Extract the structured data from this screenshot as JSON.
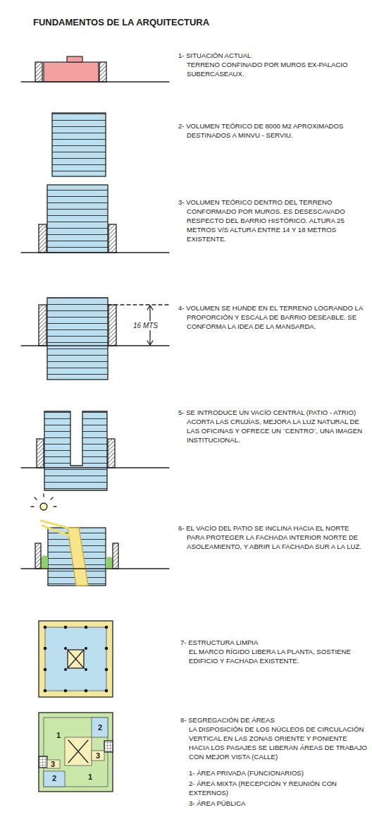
{
  "diagram": {
    "title": "FUNDAMENTOS DE LA ARQUITECTURA",
    "labels": [
      "1- SITUACIÓN ACTUAL",
      "TERRENO CONFINADO POR MUROS EX-PALACIO SUBERCASEAUX.",
      "2- VOLUMEN TEÓRICO DE 8000 M2 APROXIMADOS DESTINADOS A MINVU - SERVIU.",
      "3- VOLUMEN TEÓRICO DENTRO DEL TERRENO CONFORMADO POR MUROS. ES DESESCAVADO RESPECTO DEL BARRIO HISTÓRICO. ALTURA 25 METROS V/S ALTURA ENTRE 14 Y 18 METROS EXISTENTE.",
      "4- VOLUMEN SE HUNDE EN EL TERRENO LOGRANDO LA PROPORCIÓN Y ESCALA DE BARRIO DESEABLE. SE CONFORMA LA IDEA DE LA MANSARDA.",
      "16 MTS",
      "5- SE INTRODUCE UN VACÍO CENTRAL (PATIO - ATRIO) ACORTA LAS CRUJÍAS, MEJORA LA LUZ NATURAL DE LAS OFICINAS Y OFRECE UN ¨CENTRO¨, UNA IMAGEN INSTITUCIONAL.",
      "6- EL VACÍO DEL PATIO SE INCLINA HACIA EL NORTE PARA PROTEGER LA FACHADA INTERIOR NORTE DE ASOLEAMIENTO, Y ABRIR LA FACHADA SUR A LA LUZ.",
      "7- ESTRUCTURA LIMPIA",
      "EL MARCO RÍGIDO LIBERA LA PLANTA, SOSTIENE EDIFICIO Y FACHADA EXISTENTE.",
      "8- SEGREGACIÓN DE ÁREAS",
      "LA DISPOSICIÓN DE LOS NÚCLEOS DE CIRCULACIÓN VERTICAL EN LAS ZONAS ORIENTE Y PONIENTE HACIA LOS PASAJES SE LIBERAN ÁREAS DE TRABAJO CON MEJOR VISTA (CALLE)",
      "1- ÁREA PRIVADA (FUNCIONARIOS)",
      "2- ÁREA MIXTA (RECEPCIÓN Y REUNIÓN CON EXTERNOS)",
      "3- ÁREA PÚBLICA",
      "1",
      "2",
      "3",
      "3",
      "2",
      "1"
    ]
  }
}
